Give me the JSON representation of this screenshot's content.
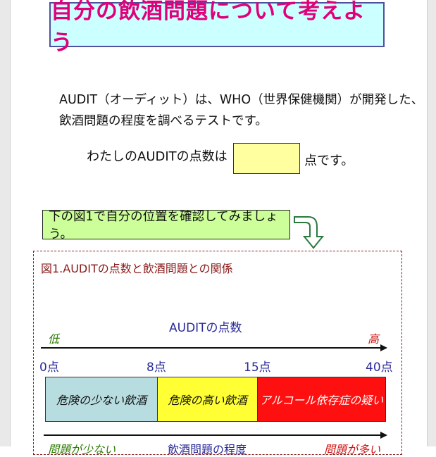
{
  "header": {
    "title": "自分の飲酒問題について考えよう"
  },
  "intro": {
    "line1": "AUDIT（オーディット）は、WHO（世界保健機関）が開発した、",
    "line2": "飲酒問題の程度を調べるテストです。"
  },
  "score": {
    "label": "わたしのAUDITの点数は",
    "value": "",
    "suffix": "点です。"
  },
  "instruction": {
    "text": "下の図1で自分の位置を確認してみましょう。"
  },
  "figure": {
    "title": "図1.AUDITの点数と飲酒問題との関係",
    "axis_title": "AUDITの点数",
    "low_label": "低",
    "high_label": "高",
    "ticks": [
      "0点",
      "8点",
      "15点",
      "40点"
    ],
    "bands": [
      "危険の少ない飲酒",
      "危険の高い飲酒",
      "アルコール依存症の疑い"
    ],
    "bottom": {
      "low": "問題が少ない",
      "mid": "飲酒問題の程度",
      "high": "問題が多い"
    },
    "colors": {
      "band1": "#b8dde0",
      "band2": "#ffff33",
      "band3": "#ff1010"
    }
  }
}
